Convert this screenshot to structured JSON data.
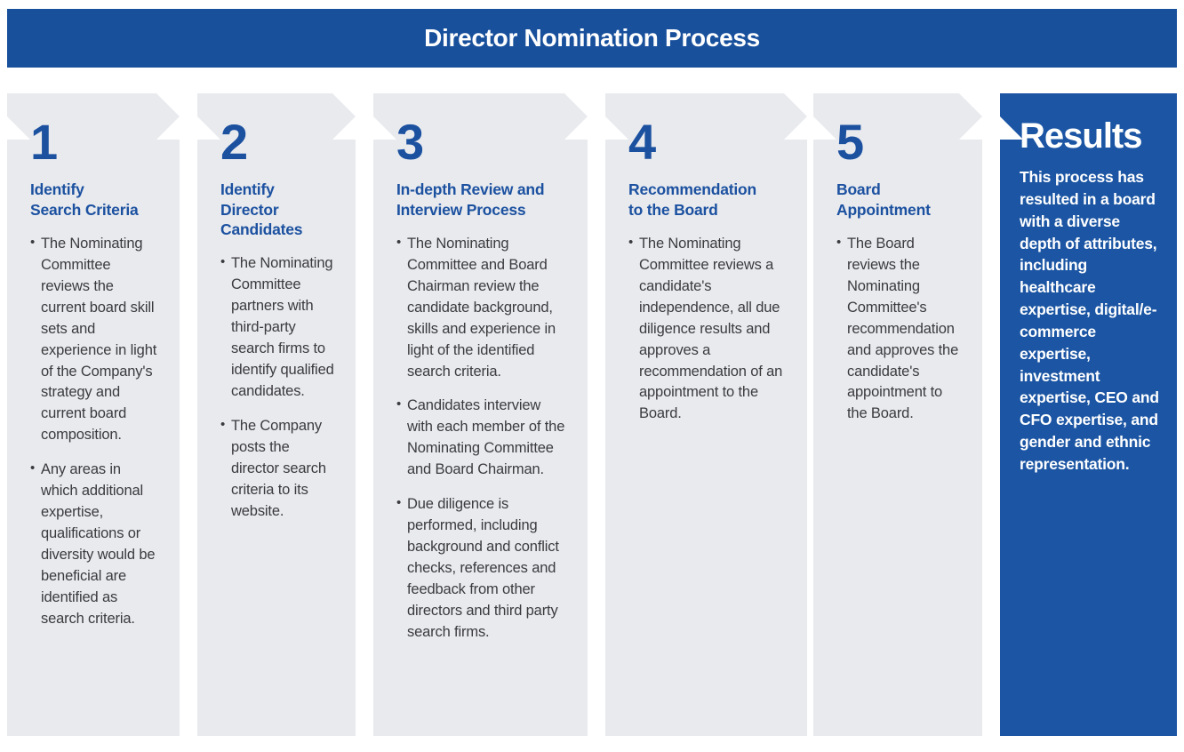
{
  "header": {
    "title": "Director Nomination Process",
    "bg_color": "#18509c",
    "text_color": "#ffffff"
  },
  "theme": {
    "panel_bg": "#e8eaee",
    "accent_blue": "#1c51a0",
    "results_bg": "#1b55a3",
    "body_text": "#3b3b3e"
  },
  "steps": [
    {
      "number": "1",
      "heading": "Identify\nSearch Criteria",
      "heading_lines": [
        "Identify",
        "Search Criteria"
      ],
      "bullets": [
        "The Nominating Committee reviews the current board skill sets and experience in light of the Company's strategy and current board composition.",
        "Any areas in which additional expertise, qualifications or diversity would be beneficial are identified as search criteria."
      ]
    },
    {
      "number": "2",
      "heading": "Identify\nDirector\nCandidates",
      "heading_lines": [
        "Identify",
        "Director",
        "Candidates"
      ],
      "bullets": [
        "The Nominating Committee partners with third-party search firms to identify qualified candidates.",
        "The Company posts the director search criteria to its website."
      ]
    },
    {
      "number": "3",
      "heading": "In-depth Review and\nInterview Process",
      "heading_lines": [
        "In-depth Review and",
        "Interview Process"
      ],
      "bullets": [
        "The Nominating Committee and Board Chairman review the candidate background, skills and experience in light of the identified search criteria.",
        "Candidates interview with each member of the Nominating Committee and Board Chairman.",
        "Due diligence is performed, including background and conflict checks, references and feedback from other directors and third party search firms."
      ]
    },
    {
      "number": "4",
      "heading": "Recommendation\nto the Board",
      "heading_lines": [
        "Recommendation",
        "to the Board"
      ],
      "bullets": [
        "The Nominating Committee reviews a candidate's independence, all due diligence results and approves a recommendation of an appointment to the Board."
      ]
    },
    {
      "number": "5",
      "heading": "Board\nAppointment",
      "heading_lines": [
        "Board",
        "Appointment"
      ],
      "bullets": [
        "The Board reviews the Nominating Committee's recommendation and approves the candidate's appointment to the Board."
      ]
    }
  ],
  "results": {
    "title": "Results",
    "body": "This process has resulted in a board with a diverse depth of attributes, including healthcare expertise, digital/e-commerce expertise, investment expertise, CEO and CFO expertise, and gender and ethnic representation."
  }
}
